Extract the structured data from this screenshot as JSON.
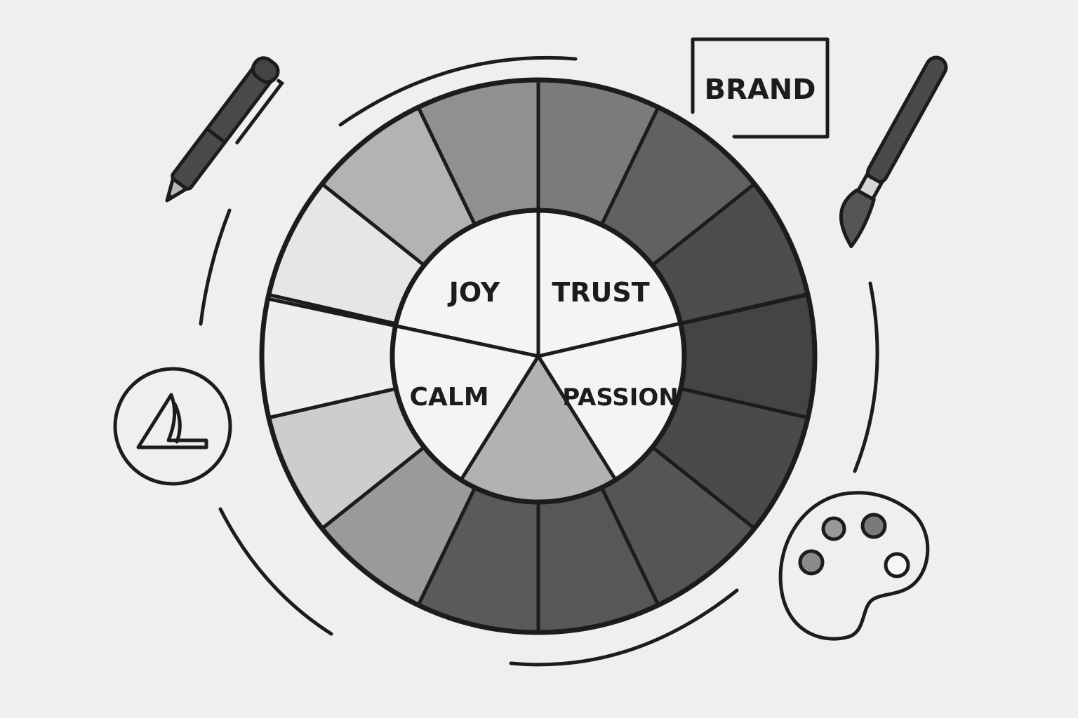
{
  "brand_box": {
    "label": "BRAND"
  },
  "wheel": {
    "center_labels": [
      "JOY",
      "TRUST",
      "PASSION",
      "CALM"
    ],
    "outer_fills": [
      "#7b7b7b",
      "#616161",
      "#4d4d4d",
      "#444444",
      "#4a4a4a",
      "#555555",
      "#575757",
      "#5a5a5a",
      "#9a9a9a",
      "#cdcdcd",
      "#eeeeee",
      "#e6e6e6",
      "#b3b3b3",
      "#909090"
    ],
    "inner_fills": [
      "#f4f4f4",
      "#f4f4f4",
      "#f4f4f4",
      "#b2b2b2",
      "#f4f4f4"
    ]
  },
  "palette": {
    "paint_fills": [
      "#999999",
      "#7a7a7a",
      "#8a8a8a",
      "#f6f6f6"
    ]
  },
  "colors": {
    "ink": "#1c1c1c",
    "background": "#efefef"
  }
}
